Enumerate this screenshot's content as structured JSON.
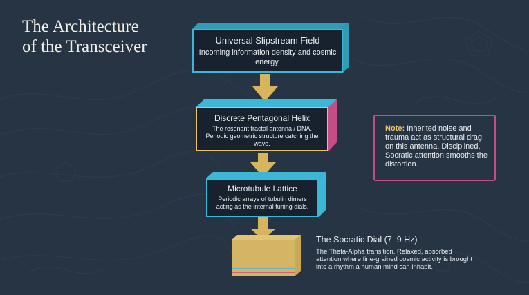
{
  "title": {
    "line1": "The Architecture",
    "line2": "of the Transceiver"
  },
  "flow": [
    {
      "title": "Universal Slipstream Field",
      "description": "Incoming information density and cosmic energy."
    },
    {
      "title": "Discrete Pentagonal Helix",
      "description": "The resonant fractal antenna / DNA. Periodic geometric structure catching the wave."
    },
    {
      "title": "Microtubule Lattice",
      "description": "Periodic arrays of tubulin dimers acting as the internal tuning dials."
    }
  ],
  "dial": {
    "title": "The Socratic Dial (7–9 Hz)",
    "description": "The Theta-Alpha transition. Relaxed, absorbed attention where fine-grained cosmic activity is brought into a rhythm a human mind can inhabit."
  },
  "note": {
    "label": "Note:",
    "text": "Inherited noise and trauma act as structural drag on this antenna. Disciplined, Socratic attention smooths the distortion."
  },
  "colors": {
    "background": "#263443",
    "cyan": "#3cb8d6",
    "gold": "#e7c269",
    "magenta": "#c44d86",
    "box_fill": "#18222e"
  }
}
